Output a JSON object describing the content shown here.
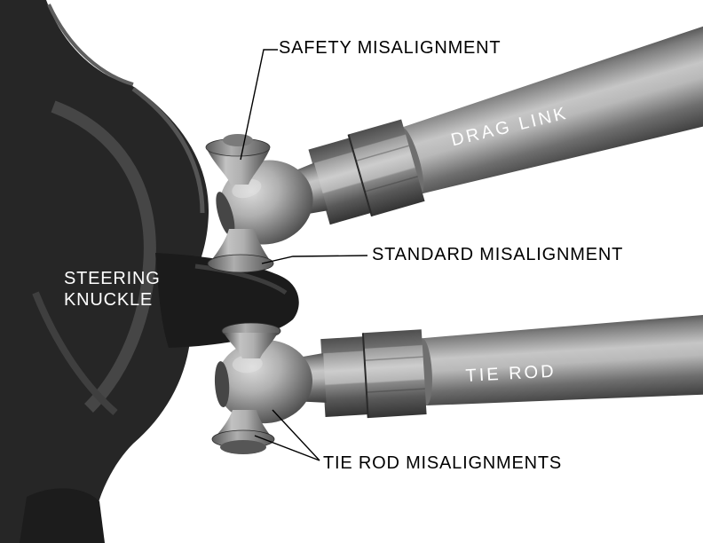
{
  "diagram": {
    "labels": {
      "safety_misalignment": "SAFETY MISALIGNMENT",
      "drag_link": "DRAG LINK",
      "standard_misalignment": "STANDARD MISALIGNMENT",
      "steering_knuckle_line1": "STEERING",
      "steering_knuckle_line2": "KNUCKLE",
      "tie_rod": "TIE ROD",
      "tie_rod_misalignments": "TIE ROD MISALIGNMENTS"
    },
    "colors": {
      "background": "#ffffff",
      "knuckle_body": "#262626",
      "steering_arm": "#1b1b1b",
      "rod_light": "#c6c6c6",
      "rod_dark": "#3c3c3c",
      "spacer_gray": "#b0b0b0",
      "label_text": "#000000",
      "on_part_text": "#ffffff",
      "leader_line": "#000000"
    }
  }
}
